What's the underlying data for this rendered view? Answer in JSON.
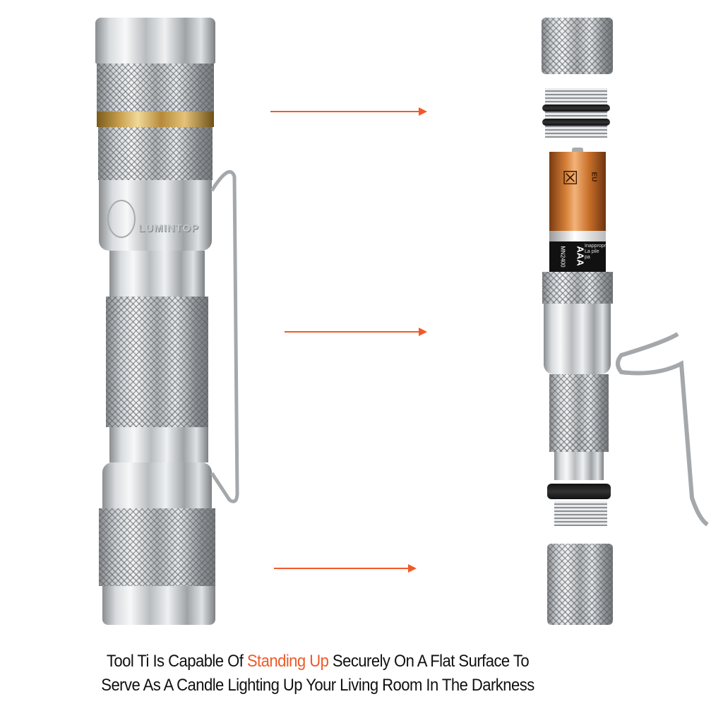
{
  "caption": {
    "line1_before": "Tool Ti Is Capable Of ",
    "line1_highlight": "Standing Up",
    "line1_after": " Securely On A Flat Surface To",
    "line2": "Serve As A Candle Lighting Up Your Living Room In The Darkness"
  },
  "flashlight_logo": "LUMINTOP",
  "battery": {
    "size": "AAA",
    "model": "MN2400",
    "region": "EU",
    "fine_print": "Inapproprié La pile pa"
  },
  "colors": {
    "accent": "#f05a28",
    "battery_copper": "#c8702a",
    "brass": "#c9a14f"
  }
}
